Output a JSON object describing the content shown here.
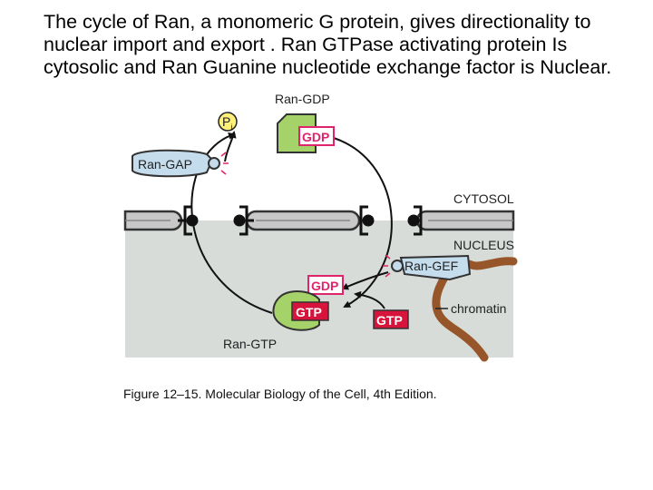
{
  "slide": {
    "text": "The cycle of Ran, a monomeric G protein, gives directionality to nuclear import and export . Ran GTPase activating protein Is cytosolic and Ran Guanine nucleotide exchange factor is Nuclear."
  },
  "figure": {
    "labels": {
      "ran_gdp": "Ran-GDP",
      "gdp_top": "GDP",
      "pi": "Pi",
      "pi_main": "P",
      "pi_sub": "i",
      "ran_gap": "Ran-GAP",
      "cytosol": "CYTOSOL",
      "nucleus": "NUCLEUS",
      "ran_gef": "Ran-GEF",
      "gdp_bottom": "GDP",
      "gtp_bound": "GTP",
      "gtp_free": "GTP",
      "chromatin": "chromatin",
      "ran_gtp": "Ran-GTP"
    },
    "caption": "Figure 12–15. Molecular Biology of the Cell, 4th Edition."
  },
  "colors": {
    "nucleus_bg": "#d7dcd9",
    "ran_green": "#a6d26a",
    "gdp_pink": "#e0246b",
    "gtp_red": "#d7143c",
    "gap_blue": "#c4dcec",
    "chromatin_brown": "#96562a",
    "pi_yellow": "#fff07a"
  }
}
